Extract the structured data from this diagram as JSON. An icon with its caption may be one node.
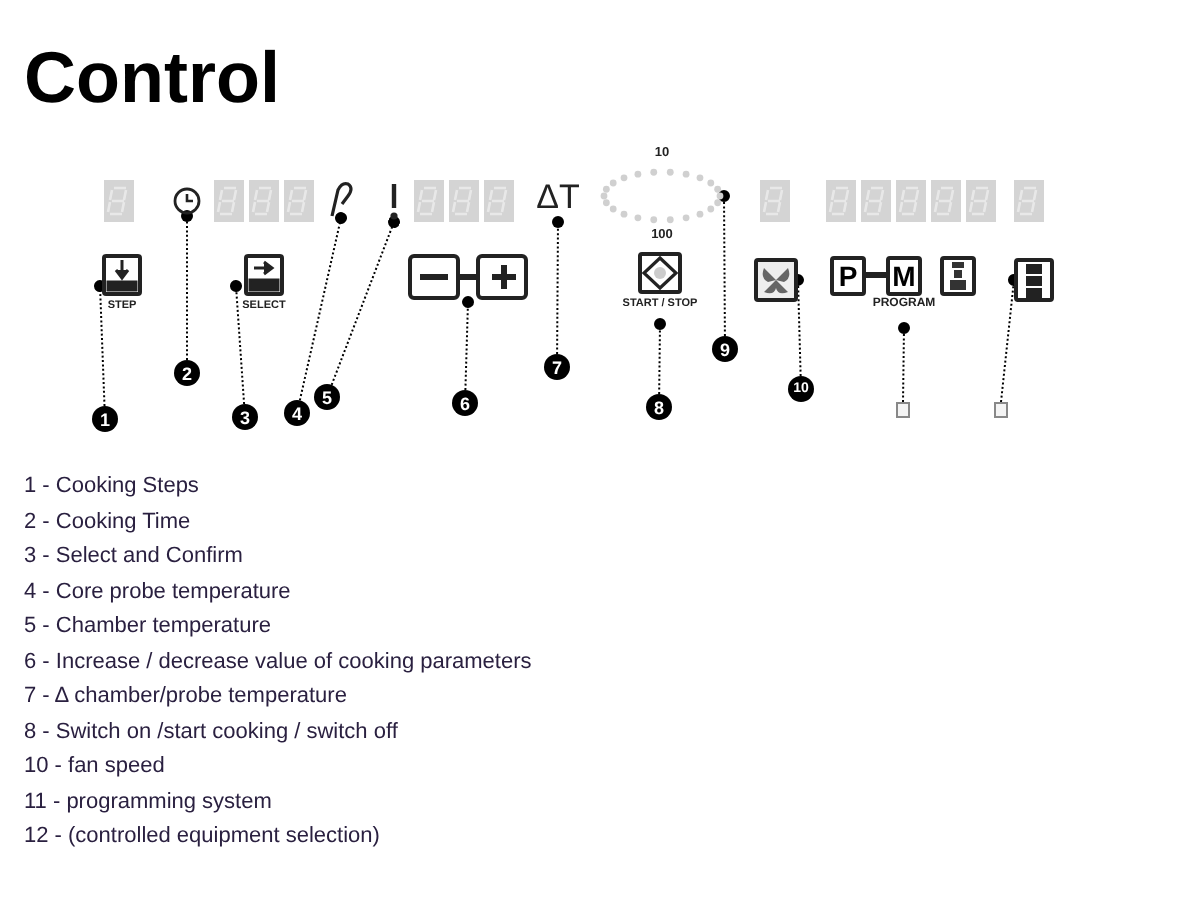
{
  "diagram": {
    "title": "Control",
    "nodes": [
      {
        "text": [],
        "shape": "clock"
      },
      {
        "text": [],
        "shape": "probe"
      },
      {
        "text": [],
        "shape": "thermometer"
      },
      {
        "text": [
          "ΔT"
        ]
      },
      {
        "text": [
          "10",
          "100"
        ]
      },
      {
        "text": [
          "STEP"
        ]
      },
      {
        "text": [
          "SELECT"
        ]
      },
      {
        "text": [],
        "shape": "box"
      },
      {
        "text": [
          "START / STOP"
        ]
      },
      {
        "text": [],
        "shape": "box"
      },
      {
        "text": [
          "P",
          "M",
          "PROGRAM"
        ]
      },
      {
        "text": [],
        "shape": "box"
      },
      {
        "text": [
          "1"
        ]
      },
      {
        "text": [
          "2"
        ]
      },
      {
        "text": [
          "3"
        ]
      },
      {
        "text": [
          "4"
        ]
      },
      {
        "text": [
          "5"
        ]
      },
      {
        "text": [
          "6"
        ]
      },
      {
        "text": [
          "7"
        ]
      },
      {
        "text": [
          "8"
        ]
      },
      {
        "text": [
          "9"
        ]
      },
      {
        "text": [
          "10"
        ]
      },
      {
        "text": [],
        "shape": "box"
      },
      {
        "text": [],
        "shape": "box"
      }
    ],
    "edges": [
      {
        "from": 12,
        "to": 5,
        "arrow": "other"
      },
      {
        "from": 13,
        "to": 0,
        "arrow": "other"
      },
      {
        "from": 14,
        "to": 6,
        "arrow": "other"
      },
      {
        "from": 15,
        "to": 1,
        "arrow": "other"
      },
      {
        "from": 16,
        "to": 2,
        "arrow": "other"
      },
      {
        "from": 17,
        "to": 7,
        "arrow": "other"
      },
      {
        "from": 18,
        "to": 3,
        "arrow": "other"
      },
      {
        "from": 19,
        "to": 8,
        "arrow": "other"
      },
      {
        "from": 20,
        "to": 4,
        "arrow": "other"
      },
      {
        "from": 21,
        "to": 9,
        "arrow": "other"
      },
      {
        "from": 22,
        "to": 10,
        "arrow": "other"
      },
      {
        "from": 23,
        "to": 11,
        "arrow": "other"
      }
    ],
    "labels": [
      "1 - Cooking Steps",
      "2 - Cooking Time",
      "3 - Select and Confirm",
      "4 - Core probe temperature",
      "5 - Chamber temperature",
      "6 - Increase / decrease value of cooking parameters",
      "7 - Δ chamber/probe temperature",
      "8 - Switch on /start cooking / switch off",
      "10 - fan speed",
      "11 - programming system",
      "12 - (controlled equipment selection)"
    ]
  }
}
